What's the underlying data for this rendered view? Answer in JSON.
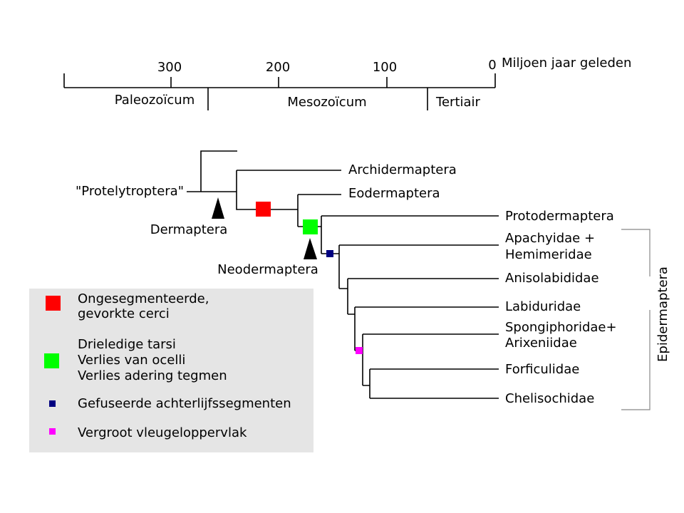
{
  "timescale": {
    "ticks": [
      "300",
      "200",
      "100",
      "0"
    ],
    "unit_label": "Miljoen jaar geleden",
    "eras": [
      "Paleozoïcum",
      "Mesozoïcum",
      "Tertiair"
    ]
  },
  "tree": {
    "outgroup": "\"Protelytroptera\"",
    "clade_labels": {
      "dermaptera": "Dermaptera",
      "neodermaptera": "Neodermaptera"
    },
    "taxa": {
      "archidermaptera": "Archidermaptera",
      "eodermaptera": "Eodermaptera",
      "protodermaptera": "Protodermaptera",
      "apachyidae_1": "Apachyidae +",
      "apachyidae_2": "Hemimeridae",
      "anisolabididae": "Anisolabididae",
      "labiduridae": "Labiduridae",
      "spongiphoridae_1": "Spongiphoridae+",
      "spongiphoridae_2": "Arixeniidae",
      "forficulidae": "Forficulidae",
      "chelisochidae": "Chelisochidae"
    },
    "bracket_label": "Epidermaptera"
  },
  "legend": {
    "items": [
      {
        "color": "#ff0000",
        "lines": [
          "Ongesegmenteerde,",
          "gevorkte cerci"
        ]
      },
      {
        "color": "#00ff00",
        "lines": [
          "Drieledige tarsi",
          "Verlies van ocelli",
          "Verlies adering tegmen"
        ]
      },
      {
        "color": "#000080",
        "lines": [
          "Gefuseerde achterlijfssegmenten"
        ]
      },
      {
        "color": "#ff00ff",
        "lines": [
          "Vergroot vleugeloppervlak"
        ]
      }
    ]
  }
}
